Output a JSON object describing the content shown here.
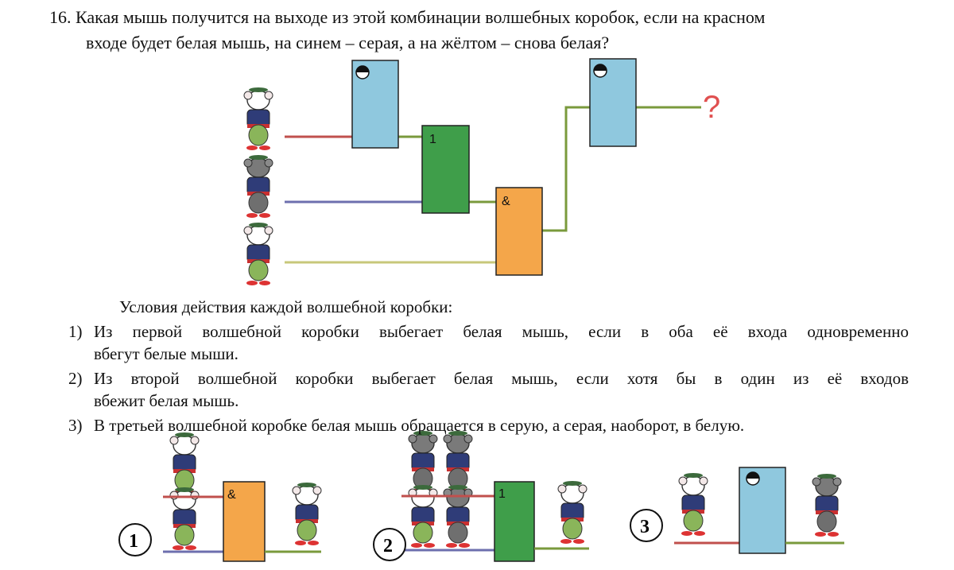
{
  "problem": {
    "number": "16.",
    "line1": "Какая мышь получится на выходе из этой комбинации волшебных коробок, если на красном",
    "line2": "входе будет белая мышь, на синем – серая, а на жёлтом – снова белая?"
  },
  "diagram": {
    "or_label": "1",
    "and_label": "&",
    "output_label": "?"
  },
  "conditions": {
    "title": "Условия действия каждой волшебной коробки:",
    "items": [
      {
        "num": "1)",
        "line1": "Из первой волшебной коробки выбегает белая мышь, если в оба её входа одновременно",
        "line2": "вбегут белые мыши."
      },
      {
        "num": "2)",
        "line1": "Из второй волшебной коробки выбегает белая мышь, если хотя бы в один из её входов",
        "line2": "вбежит белая мышь."
      },
      {
        "num": "3)",
        "line1": "В третьей волшебной коробке белая мышь обращается в серую, а серая, наоборот, в белую.",
        "line2": ""
      }
    ]
  },
  "examples": [
    {
      "num": "1",
      "gate_label": "&"
    },
    {
      "num": "2",
      "gate_label": "1"
    },
    {
      "num": "3",
      "gate_label": ""
    }
  ],
  "colors": {
    "red_wire": "#c0504d",
    "blue_wire": "#6d6fae",
    "yellow_wire": "#c8c87a",
    "green_wire": "#7a9a3c",
    "not_box": "#8fc8de",
    "or_box": "#3f9e4a",
    "and_box": "#f4a64a",
    "question": "#e05050"
  }
}
